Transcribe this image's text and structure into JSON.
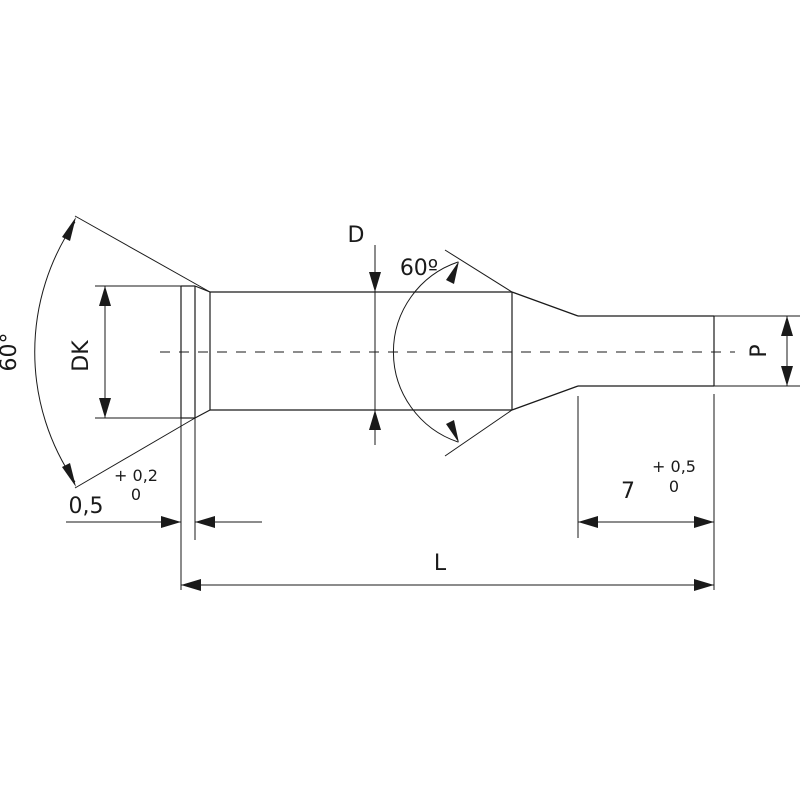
{
  "labels": {
    "D": "D",
    "DK": "DK",
    "P": "P",
    "L": "L",
    "angle_head": "60°",
    "angle_taper": "60º",
    "head_offset": "0,5",
    "head_tol_upper": "+ 0,2",
    "head_tol_lower": "0",
    "tip_length": "7",
    "tip_tol_upper": "+ 0,5",
    "tip_tol_lower": "0"
  },
  "colors": {
    "line": "#1a1a1a",
    "background": "#ffffff"
  }
}
